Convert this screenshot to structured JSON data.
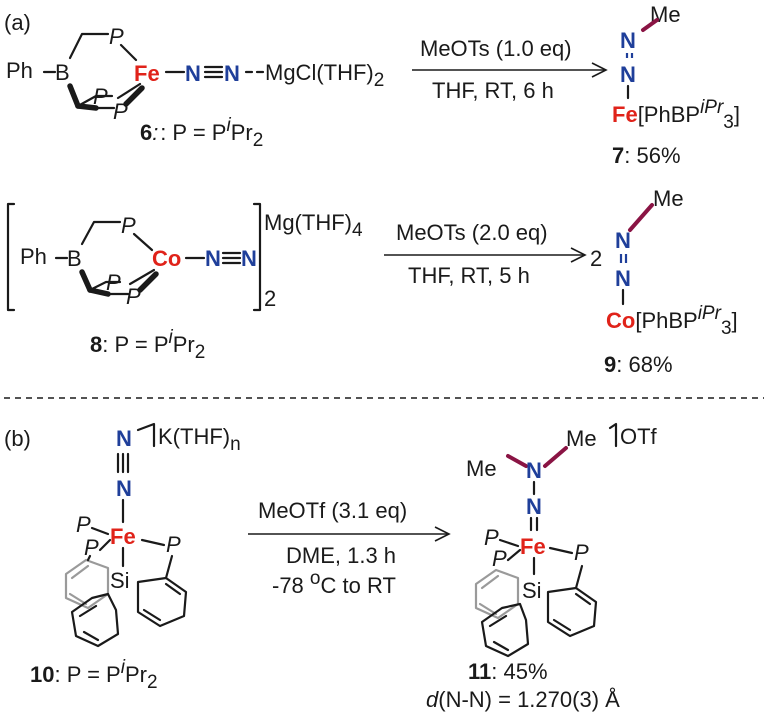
{
  "panels": {
    "a_label": "(a)",
    "b_label": "(b)"
  },
  "atoms": {
    "ph_b": "Ph–B",
    "ph": "Ph",
    "b": "B",
    "p": "P",
    "fe": "Fe",
    "co": "Co",
    "si": "Si",
    "n": "N",
    "me": "Me"
  },
  "reaction1": {
    "counterion": "MgCl(THF)",
    "counterion_sub": "2",
    "reagent": "MeOTs (1.0 eq)",
    "conditions": "THF, RT, 6 h",
    "sm_id": "6",
    "sm_def": ": P = P",
    "sm_def_sup": "i",
    "sm_def_end": "Pr",
    "sm_def_sub": "2",
    "prod_ligand": "[PhBP",
    "prod_ligand_sup": "iPr",
    "prod_ligand_sub": "3",
    "prod_ligand_end": "]",
    "prod_id": "7",
    "prod_yield": ": 56%"
  },
  "reaction2": {
    "counterion": "Mg(THF)",
    "counterion_sub": "4",
    "bracket_sub": "2",
    "reagent": "MeOTs (2.0 eq)",
    "conditions": "THF, RT, 5 h",
    "coef": "2",
    "sm_id": "8",
    "sm_def": ": P = P",
    "sm_def_sup": "i",
    "sm_def_end": "Pr",
    "sm_def_sub": "2",
    "prod_ligand": "[PhBP",
    "prod_ligand_sup": "iPr",
    "prod_ligand_sub": "3",
    "prod_ligand_end": "]",
    "prod_id": "9",
    "prod_yield": ": 68%"
  },
  "reaction3": {
    "counterion": "K(THF)",
    "counterion_sub": "n",
    "reagent": "MeOTf (3.1 eq)",
    "conditions1": "DME, 1.3 h",
    "conditions2_pre": "-78 ",
    "conditions2_sup": "o",
    "conditions2_post": "C to RT",
    "sm_id": "10",
    "sm_def": ": P = P",
    "sm_def_sup": "i",
    "sm_def_end": "Pr",
    "sm_def_sub": "2",
    "prod_anion": "OTf",
    "prod_id": "11",
    "prod_yield": ": 45%",
    "bond_label_d": "d",
    "bond_label_rest": "(N-N) = 1.270(3) Å"
  }
}
